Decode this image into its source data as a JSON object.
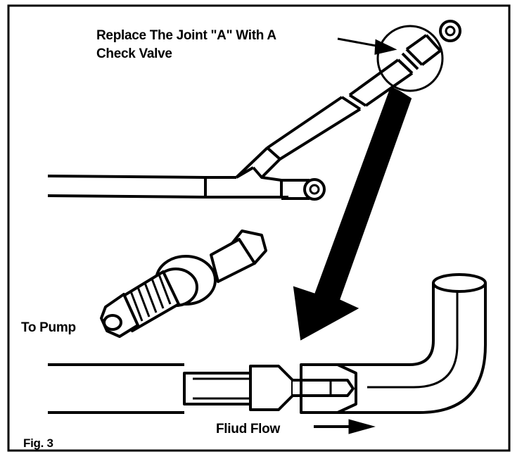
{
  "figure": {
    "caption": "Fig. 3",
    "callout_line1": "Replace The Joint \"A\" With A",
    "callout_line2": "Check Valve",
    "pump_label": "To Pump",
    "flow_label": "Fliud Flow"
  },
  "colors": {
    "ink": "#000000",
    "paper": "#ffffff"
  }
}
